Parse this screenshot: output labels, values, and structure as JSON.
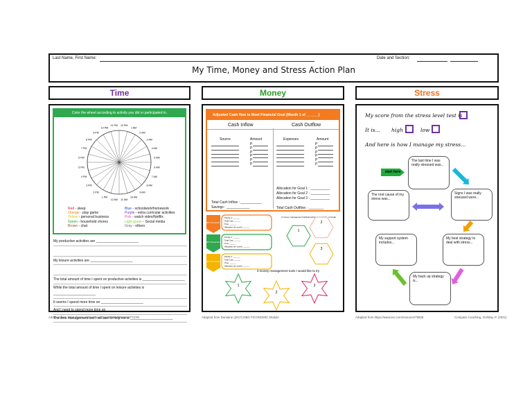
{
  "header": {
    "name_label": "Last Name, First Name:",
    "date_label": "Date and Section:",
    "title": "My Time, Money and Stress Action Plan"
  },
  "sections": {
    "time": "Time",
    "money": "Money",
    "stress": "Stress"
  },
  "time": {
    "instruction": "Color the wheel according to activity you did or participated in.",
    "hours": [
      "12 PM",
      "1 AM",
      "2 AM",
      "3 AM",
      "4 AM",
      "5 AM",
      "6 AM",
      "7 AM",
      "8 AM",
      "9 AM",
      "10 AM",
      "11 AM",
      "12 AM",
      "1 PM",
      "2 PM",
      "3 PM",
      "4 PM",
      "5 PM",
      "6 PM",
      "7 PM",
      "8 PM",
      "9 PM",
      "10 PM",
      "11 PM"
    ],
    "legend_left": [
      {
        "label": "Red - sleep",
        "color": "#e02020"
      },
      {
        "label": "Orange - play game",
        "color": "#f08000"
      },
      {
        "label": "Yellow - personal business",
        "color": "#d8c800"
      },
      {
        "label": "Green - household chores",
        "color": "#20a020"
      },
      {
        "label": "Brown - chat",
        "color": "#8a5a20"
      }
    ],
    "legend_right": [
      {
        "label": "Blue - schoolwork/homework",
        "color": "#2050d0"
      },
      {
        "label": "Purple - extra curricular activities",
        "color": "#8030b0"
      },
      {
        "label": "Pink - watch video/Netflix",
        "color": "#e050c0"
      },
      {
        "label": "Light green - Social media",
        "color": "#80d040"
      },
      {
        "label": "Gray - others",
        "color": "#666666"
      }
    ],
    "prompts": [
      "My productive activities are",
      "My leisure activities are",
      "The total amount of time I spent on productive activities is",
      "While the total amount of time I spent on leisure activities is",
      "It seems I spend more time on",
      "And I need to spend more time on",
      "The time management tool I will use to help me is"
    ],
    "credit": "Adapted from https://www.pinterest.com/pin/376684851691877278/"
  },
  "money": {
    "banner": "Adjusted Cash flow to Meet Financial Goal (Month 1 of ______)",
    "inflow_title": "Cash Inflow",
    "outflow_title": "Cash Outflow",
    "source_label": "Source",
    "amount_label": "Amount",
    "expenses_label": "Expenses",
    "amount_label2": "Amount",
    "peso": "P",
    "total_inflow": "Total Cash Inflow :",
    "savings": "Savings :",
    "allocations": [
      "Allocation for Goal 1 :",
      "Allocation for Goal 2 :",
      "Allocation for Goal 3 :"
    ],
    "total_outflow": "Total Cash Outflow :",
    "goals": [
      "SMART Financial Goal",
      "SMART Financial Goal",
      "SMART Financial Goal"
    ],
    "goal_rows": [
      "Priority 1:",
      "Total Cost:",
      "Time:",
      "Allocation per month:"
    ],
    "hex_caption": "3 money management habits/practices I would like to break",
    "hex_numbers": [
      "1",
      "2",
      "3"
    ],
    "stars_caption": "3 money management tools I would like to try",
    "star_numbers": [
      "1",
      "2",
      "3"
    ],
    "credit": "Adapted from Dumaine (2017) DBG FICONOMIC Module"
  },
  "stress": {
    "score_label": "My score from the stress level test is",
    "it_is": "It is...",
    "high": "high",
    "low": "low",
    "manage": "And here is how I manage my stress...",
    "start_here": "start here",
    "last_time": "The last time I was really stressed was...",
    "signs": "Signs I was really stressed were...",
    "root_cause": "The root cause of my stress was...",
    "support": "My support system includes...",
    "best_strategy": "My best strategy to deal with stress...",
    "backup": "My back up strategy is...",
    "credit": "Adapted from https://www.tes.com/resource/75606",
    "credit_right": "Compass Coaching, Gohitay, P. (2021)"
  },
  "colors": {
    "time_purple": "#7030a0",
    "money_green": "#2a9d2a",
    "stress_orange": "#f07020",
    "money_banner": "#f47b20"
  }
}
